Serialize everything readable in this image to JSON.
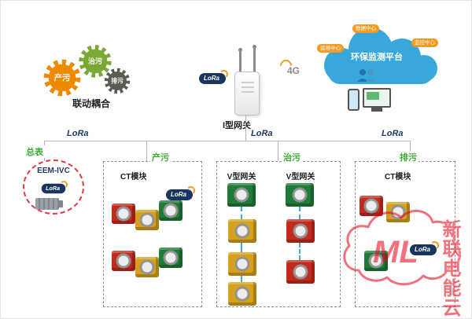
{
  "labels": {
    "lora": "LoRa"
  },
  "gears": {
    "production": "产污",
    "treatment": "治污",
    "discharge": "排污",
    "caption": "联动耦合"
  },
  "gateway": {
    "name": "I型网关",
    "network": "4G"
  },
  "cloud": {
    "platform": "环保监测平台",
    "badge_top": "数据中心",
    "badge_left": "运维中心",
    "badge_right": "监控中心"
  },
  "meter": {
    "title": "总表",
    "device": "EEM-IVC"
  },
  "sections": {
    "production": {
      "title": "产污",
      "module": "CT模块"
    },
    "treatment": {
      "title": "治污",
      "gateway_left": "V型网关",
      "gateway_right": "V型网关"
    },
    "discharge": {
      "title": "排污",
      "module": "CT模块"
    }
  },
  "watermark": {
    "logo": "ML",
    "text": "新联电能云"
  }
}
